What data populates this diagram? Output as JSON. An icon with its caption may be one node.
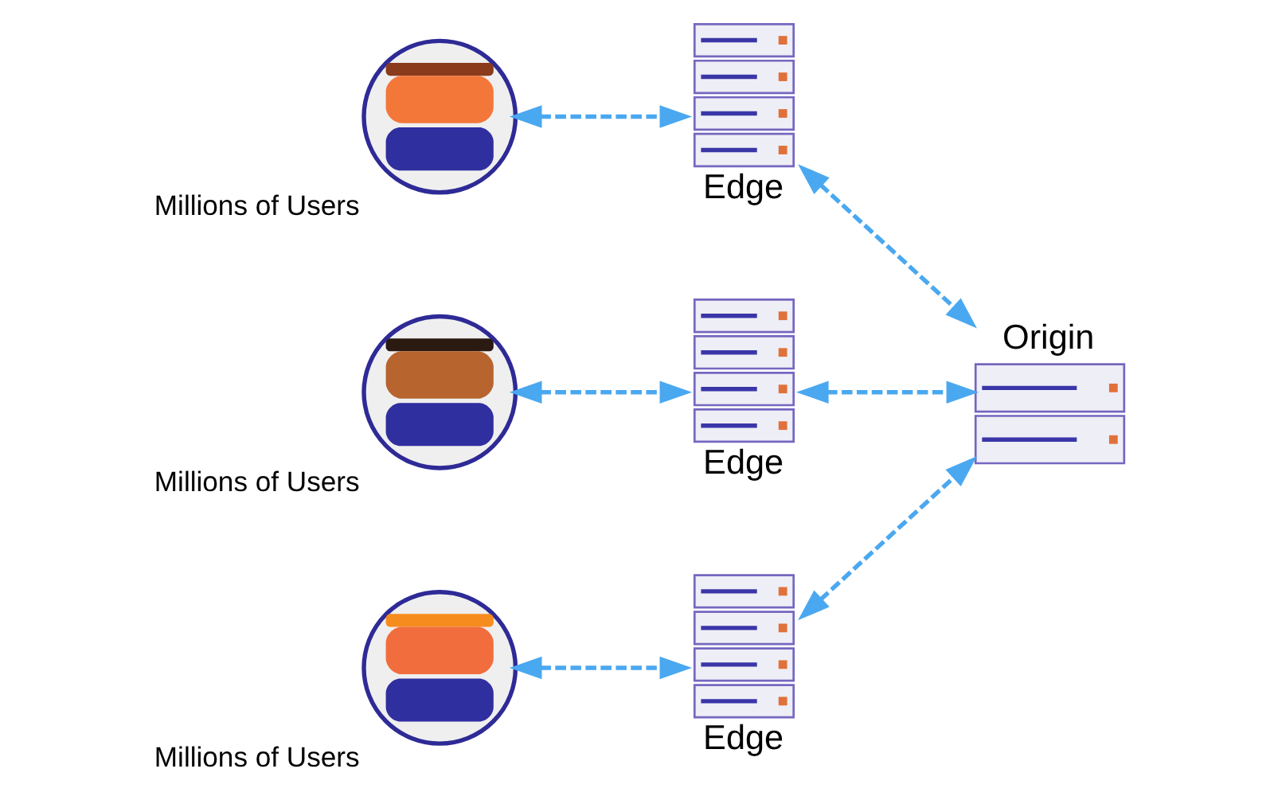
{
  "diagram": {
    "nodes": [
      {
        "text": [],
        "shape": "person",
        "beside": [
          "Millions of Users"
        ]
      },
      {
        "text": [
          "Edge"
        ]
      },
      {
        "text": [],
        "shape": "person",
        "beside": [
          "Millions of Users"
        ]
      },
      {
        "text": [
          "Edge"
        ]
      },
      {
        "text": [
          "Origin"
        ]
      },
      {
        "text": [],
        "shape": "person",
        "beside": [
          "Millions of Users"
        ]
      },
      {
        "text": [
          "Edge"
        ]
      }
    ],
    "edges": [
      {
        "from": 0,
        "to": 1,
        "arrow": "both",
        "style": "dashed"
      },
      {
        "from": 2,
        "to": 3,
        "arrow": "both",
        "style": "dashed"
      },
      {
        "from": 5,
        "to": 6,
        "arrow": "both",
        "style": "dashed"
      },
      {
        "from": 1,
        "to": 4,
        "arrow": "both",
        "style": "dashed"
      },
      {
        "from": 3,
        "to": 4,
        "arrow": "both",
        "style": "dashed"
      },
      {
        "from": 6,
        "to": 4,
        "arrow": "both",
        "style": "dashed"
      }
    ]
  }
}
